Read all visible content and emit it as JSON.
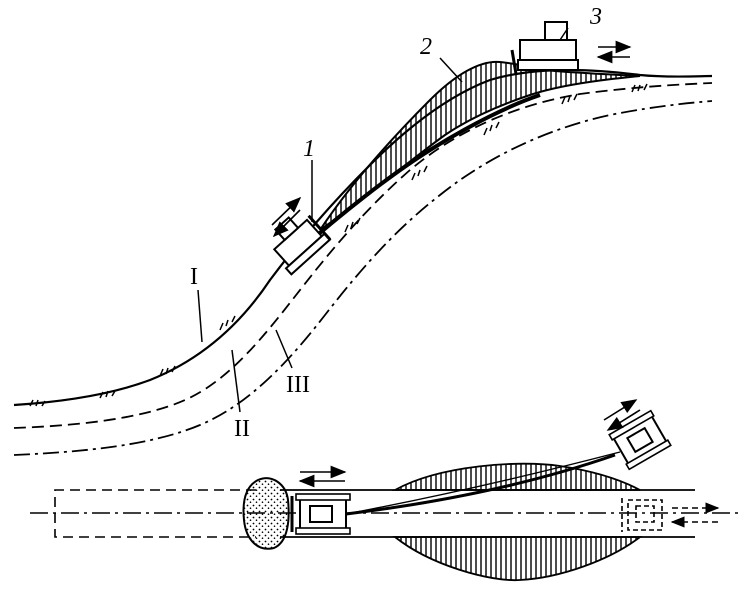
{
  "labels": {
    "marker_1": "1",
    "marker_2": "2",
    "marker_3": "3",
    "layer_I": "I",
    "layer_II": "II",
    "layer_III": "III"
  },
  "colors": {
    "ink": "#000000",
    "paper": "#ffffff"
  }
}
